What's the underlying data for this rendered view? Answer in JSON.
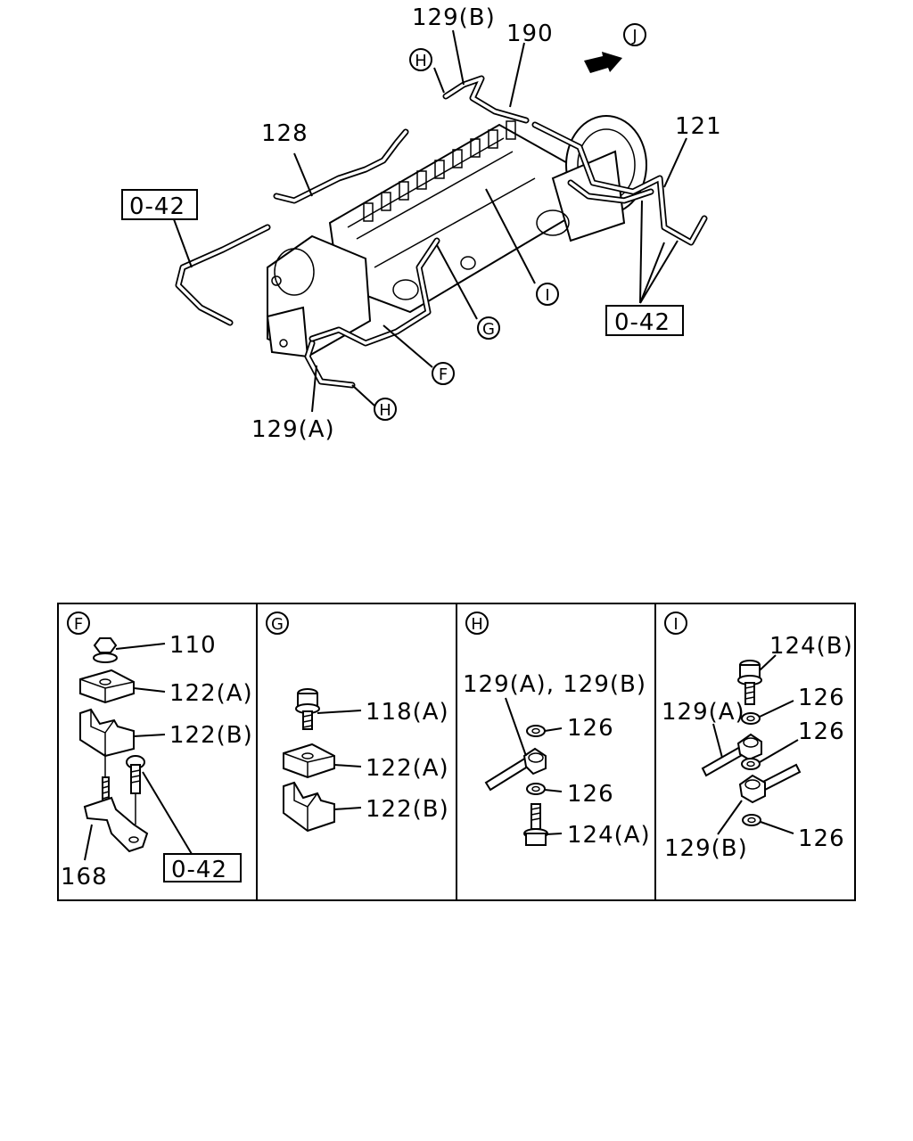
{
  "top": {
    "labels": {
      "l129b": "129(B)",
      "l190": "190",
      "l128": "128",
      "l121": "121",
      "l129a": "129(A)"
    },
    "boxes": {
      "ref_left": "0-42",
      "ref_right": "0-42"
    },
    "markers": {
      "H1": "H",
      "H2": "H",
      "J": "J",
      "I": "I",
      "G": "G",
      "F": "F"
    }
  },
  "panels": [
    {
      "marker": "F",
      "labels": {
        "p110": "110",
        "p122a": "122(A)",
        "p122b": "122(B)",
        "p168": "168"
      },
      "box": "0-42"
    },
    {
      "marker": "G",
      "labels": {
        "p118a": "118(A)",
        "p122a": "122(A)",
        "p122b": "122(B)"
      }
    },
    {
      "marker": "H",
      "labels": {
        "p129ab": "129(A), 129(B)",
        "p126a": "126",
        "p126b": "126",
        "p124a": "124(A)"
      }
    },
    {
      "marker": "I",
      "labels": {
        "p124b": "124(B)",
        "p126a": "126",
        "p129a": "129(A)",
        "p126b": "126",
        "p129b": "129(B)",
        "p126c": "126"
      }
    }
  ]
}
